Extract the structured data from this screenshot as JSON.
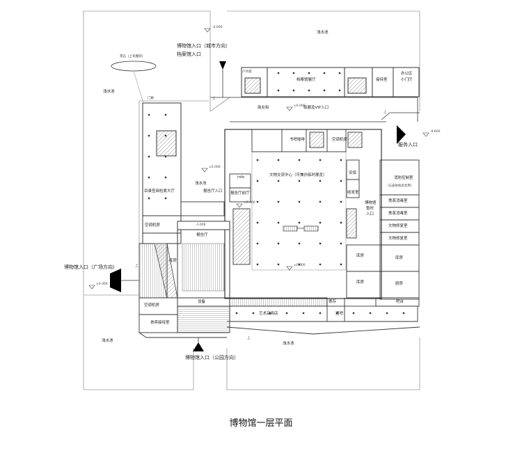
{
  "drawing": {
    "title": "博物馆一层平面"
  },
  "entrances": {
    "city": "博物馆入口（城市方向）",
    "archive": "档案馆入口",
    "plaza": "博物馆入口（广场方向）",
    "park": "博物馆入口（公园方向）",
    "service": "服务入口",
    "vip": "临展及VIP入口",
    "bowu_exit": "博物馆",
    "bowu_exit2": "暂时",
    "bowu_exit3": "入口"
  },
  "rooms": {
    "pool_top": "浅水池",
    "pool_left": "浅水池",
    "pool_inner": "浅水池",
    "pool_bottom": "浅水池",
    "pool_bottom_left": "浅水池",
    "landscape_stone": "景石（上有雕刻）",
    "archive_hall": "档案馆展厅",
    "reception_top": "接待室",
    "office_1": "办公区",
    "office_2": "小门厅",
    "commercial_street": "商业街",
    "bookbar_cafe": "书吧咖啡",
    "ac_room_top": "空调机房",
    "cultural_center": "文物交流中心（可兼办临时展览）",
    "info": "info",
    "lecture_lobby": "报告厅入口",
    "lecture_foyer": "报告厅前厅",
    "catalog_hall": "目录查阅检索大厅",
    "ac_room_left": "空调机房",
    "lecture_hall": "报告厅",
    "storage_left": "库房",
    "fire_control_1": "消防控制室",
    "fire_control_2": "（与安防机房合用）",
    "disinfect_1": "熏蒸消毒室",
    "disinfect_2": "熏蒸消毒室",
    "restore_1": "文物修复室",
    "restore_2": "文物修复室",
    "security": "安保",
    "receiving": "收发室",
    "storage_mid_1": "库房",
    "storage_mid_2": "库房",
    "storage_right_1": "库房",
    "kitchen": "厨房",
    "bar": "吧台",
    "equipment": "设备",
    "art_shop": "艺术品商店",
    "wine_bar": "酒吧",
    "cloak": "寄存",
    "ac_room_bottom": "空调机房",
    "vip_reception": "贵宾接待室",
    "outdoor_seat": "户外座",
    "small_corridor": "门廊"
  },
  "elevations": {
    "e_top": "-0.600",
    "e_street": "±0.000",
    "e_right": "-0.600",
    "e_pool_inner": "±0.000",
    "e_foyer": "±0.000",
    "e_center": "±0.000",
    "e_left": "±0.000",
    "e_lecture": "-1.000"
  },
  "marks": {
    "up_1": "上",
    "up_2": "上",
    "up_3": "上",
    "up_4": "上"
  },
  "colors": {
    "line": "#333333",
    "thin": "#9a9a9a",
    "arrow": "#000000",
    "hatch": "#777777"
  }
}
